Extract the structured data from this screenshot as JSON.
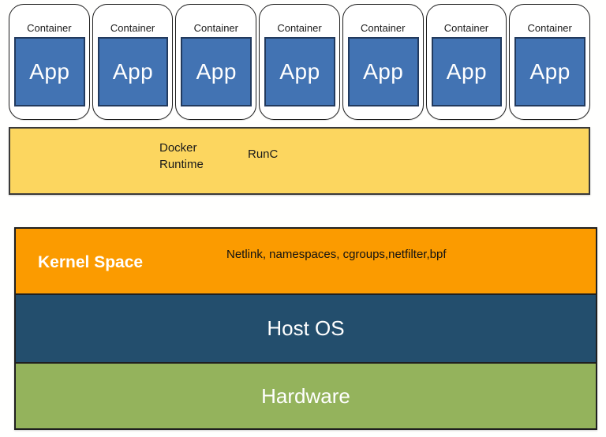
{
  "diagram": {
    "containers": [
      {
        "label": "Container",
        "app_label": "App"
      },
      {
        "label": "Container",
        "app_label": "App"
      },
      {
        "label": "Container",
        "app_label": "App"
      },
      {
        "label": "Container",
        "app_label": "App"
      },
      {
        "label": "Container",
        "app_label": "App"
      },
      {
        "label": "Container",
        "app_label": "App"
      },
      {
        "label": "Container",
        "app_label": "App"
      }
    ],
    "runtime_layer": {
      "docker_label": "Docker\nRuntime",
      "runc_label": "RunC"
    },
    "stack": {
      "kernel": {
        "title": "Kernel Space",
        "features": "Netlink, namespaces, cgroups,netfilter,bpf"
      },
      "host_os": {
        "label": "Host OS"
      },
      "hardware": {
        "label": "Hardware"
      }
    },
    "colors": {
      "app_blue": "#4273B3",
      "runtime_yellow": "#FCD65F",
      "kernel_orange": "#FB9B00",
      "host_navy": "#234E6D",
      "hardware_green": "#94B35C"
    }
  }
}
